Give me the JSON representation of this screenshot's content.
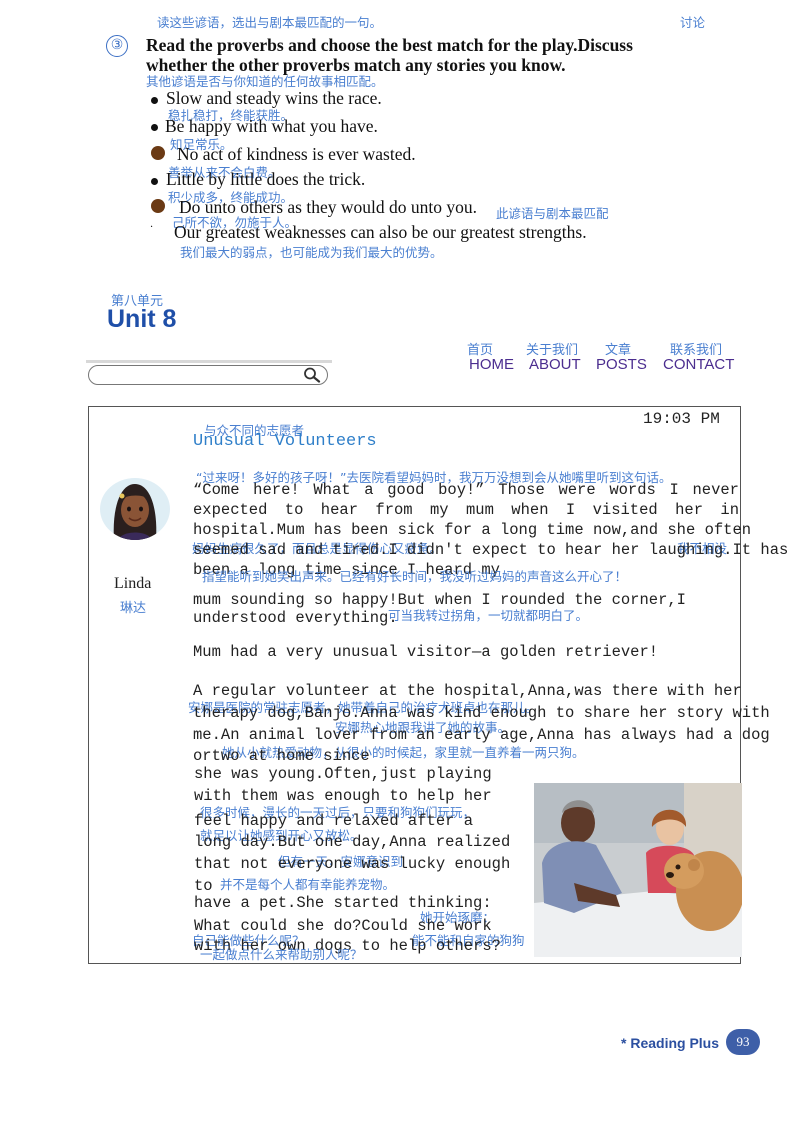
{
  "header": {
    "instruction_cn": "读这些谚语，选出与剧本最匹配的一句。",
    "discuss_cn": "讨论",
    "number": "③",
    "instruction_line1": "Read the proverbs and choose the best match for the play.Discuss",
    "instruction_line2": "whether the other proverbs match any stories you know.",
    "instruction2_cn": "其他谚语是否与你知道的任何故事相匹配。"
  },
  "proverbs": [
    {
      "en": "Slow and steady wins the race.",
      "cn": "稳扎稳打，终能获胜。"
    },
    {
      "en": "Be happy with what you have.",
      "cn": "知足常乐。"
    },
    {
      "en": "No act of kindness is ever wasted.",
      "cn": "善举从来不会白费。"
    },
    {
      "en": "Little by little does the trick.",
      "cn": "积少成多，终能成功。"
    },
    {
      "en": "Do unto others as they would do unto you.",
      "cn": "己所不欲，勿施于人。",
      "note_cn": "此谚语与剧本最匹配"
    },
    {
      "en": "Our greatest weaknesses can also be our greatest strengths.",
      "cn": "我们最大的弱点，也可能成为我们最大的优势。"
    }
  ],
  "unit": {
    "cn": "第八单元",
    "title": "Unit 8"
  },
  "nav": [
    {
      "cn": "首页",
      "en": "HOME"
    },
    {
      "cn": "关于我们",
      "en": "ABOUT"
    },
    {
      "cn": "文章",
      "en": "POSTS"
    },
    {
      "cn": "联系我们",
      "en": "CONTACT"
    }
  ],
  "card": {
    "time": "19:03 PM",
    "title_cn": "与众不同的志愿者",
    "title": "Unusual Volunteers",
    "author": "Linda",
    "author_cn": "琳达",
    "cn1": "“过来呀！多好的孩子呀！”去医院看望妈妈时，我万万没想到会从她嘴里听到这句话。",
    "p1_l1": "“Come here! What a good boy!” Those were words I never",
    "p1_l2": "expected to hear from my mum when I visited her in",
    "p1_l3": "hospital.Mum has been sick for a long time now,and she often",
    "p1_l4": "seemed sad and tired.I didn't expect to hear her laughing.It has",
    "p1_l5": "been a long time since I heard my",
    "cn2a": "妈妈生病很久了，而且总是显得伤心又疲惫。",
    "cn2b": "我不相没",
    "cn2c": "指望能听到她笑出声来。已经有好长时间，我没听过妈妈的声音这么开心了！",
    "p1_l6": "mum sounding so happy!But when I rounded the corner,I",
    "p1_l7": "understood everything.",
    "cn3": "可当我转过拐角，一切就都明白了。",
    "p2": "Mum had a very unusual visitor—a golden retriever!",
    "p3_l1": "A regular volunteer at the hospital,Anna,was there with her",
    "p3_l2": "therapy dog,Banjo.Anna was kind enough to share her story with",
    "p3_l3": "me.An animal lover from an early age,Anna has always had a dog",
    "p3_l4": "ortwo at home since",
    "cn4a": "安娜是医院的常驻志愿者，她带着自己的治疗犬班卓也在那儿。",
    "cn4b": "安娜热心地跟我讲了她的故事。",
    "cn4c": "她从小就热爱动物，从很小的时候起，家里就一直养着一两只狗。",
    "p3_l5": "she was young.Often,just playing",
    "p3_l6": "with them was enough to help her",
    "p3_l7": "feel happy and relaxed after a",
    "p3_l8": "long day.But one day,Anna realized",
    "p3_l9": "that not everyone was lucky enough",
    "p3_l10": "to",
    "cn5a": "很多时候，漫长的一天过后，只要和狗狗们玩玩，",
    "cn5b": "就足以让她感到开心又放松。",
    "cn5c": "但有一天，安娜意识到",
    "cn5d": "并不是每个人都有幸能养宠物。",
    "p3_l11": "have a pet.She started thinking:",
    "p3_l12": "What could she do?Could she work",
    "p3_l13": "with her own dogs to help others?",
    "cn6a": "她开始琢磨：",
    "cn6b": "自己能做些什么呢？",
    "cn6c": "能不能和自家的狗狗",
    "cn6d": "一起做点什么来帮助别人呢？"
  },
  "footer": {
    "label": "* Reading Plus",
    "page": "93"
  },
  "colors": {
    "cn_annotation": "#4a7fd0",
    "title_blue": "#2f7fc9",
    "unit_blue": "#1f4fa8",
    "nav_purple": "#4b2d8f",
    "bullet_brown": "#6b3a14"
  }
}
